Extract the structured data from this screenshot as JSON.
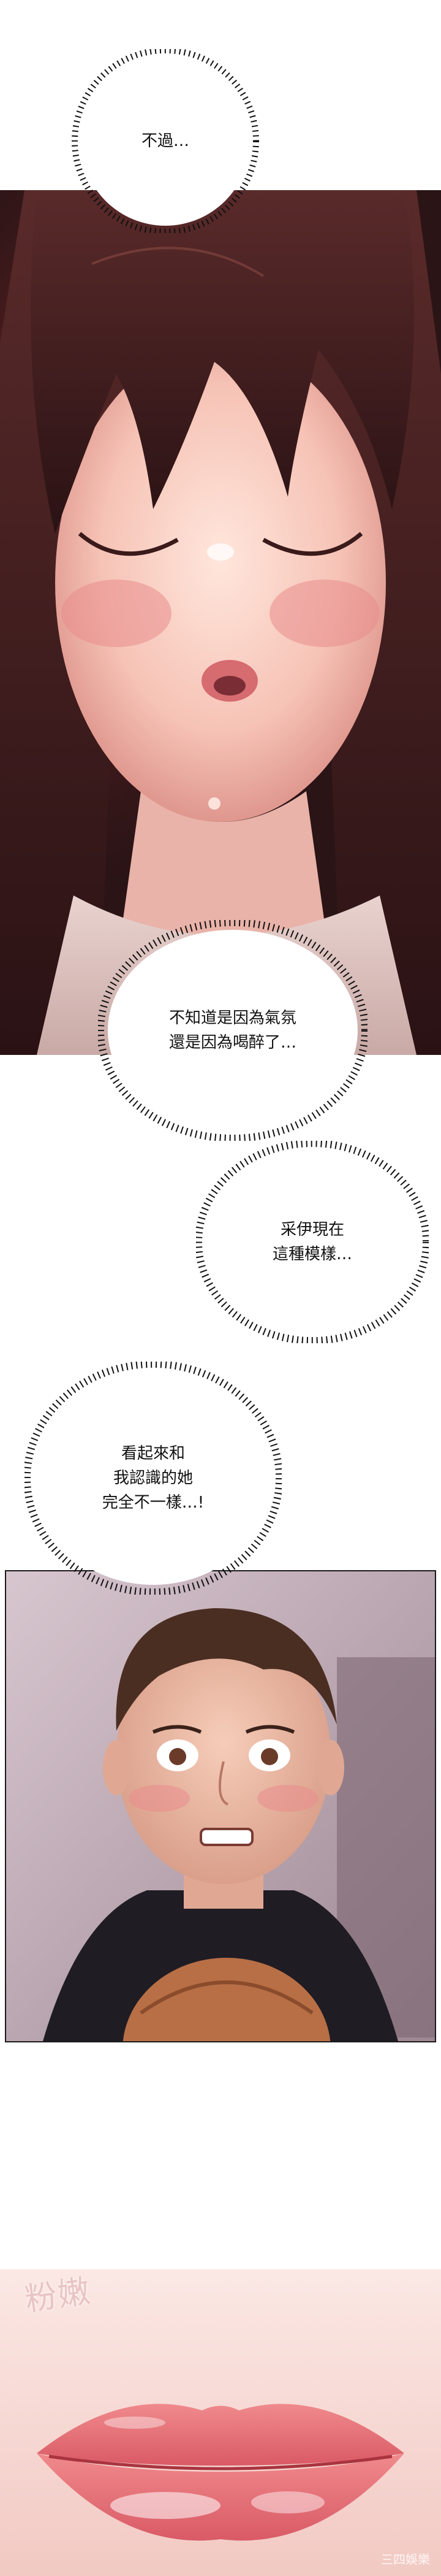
{
  "bubbles": {
    "b1": "不過…",
    "b2": "不知道是因為氣氛\n還是因為喝醉了…",
    "b3": "采伊現在\n這種模樣…",
    "b4": "看起來和\n我認識的她\n完全不一樣…!"
  },
  "sfx": "粉嫩",
  "watermark": "三四娛樂",
  "colors": {
    "hair_dark": "#3b1e20",
    "skin": "#f3c7bd",
    "blush": "#e98c8c",
    "room_bg": "#c9b3bd",
    "shirt_dark": "#1f1c24",
    "lips": "#e8747b"
  }
}
